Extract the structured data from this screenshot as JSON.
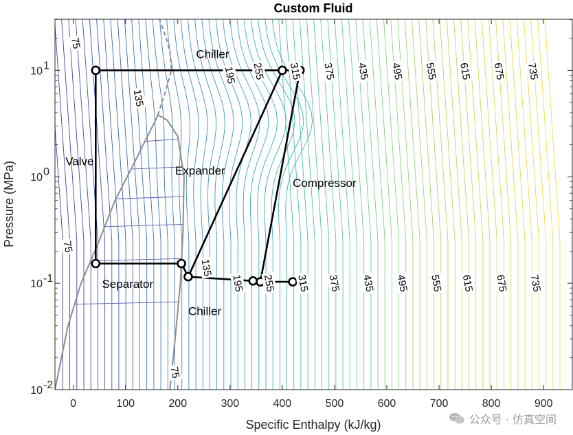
{
  "chart_data": {
    "type": "line",
    "title": "Custom Fluid",
    "xlabel": "Specific Enthalpy (kJ/kg)",
    "ylabel": "Pressure (MPa)",
    "xlim": [
      -35,
      955
    ],
    "ylim_log10": [
      -2,
      1.48
    ],
    "y_scale": "log",
    "grid": false,
    "x_ticks": [
      0,
      100,
      200,
      300,
      400,
      500,
      600,
      700,
      800,
      900
    ],
    "x_tick_labels": [
      "0",
      "100",
      "200",
      "300",
      "400",
      "500",
      "600",
      "700",
      "800",
      "900"
    ],
    "y_ticks": [
      0.01,
      0.1,
      1,
      10
    ],
    "y_tick_labels": [
      {
        "base": "10",
        "exp": "-2"
      },
      {
        "base": "10",
        "exp": "-1"
      },
      {
        "base": "10",
        "exp": "0"
      },
      {
        "base": "10",
        "exp": "1"
      }
    ],
    "isotherm_values": [
      75,
      135,
      195,
      255,
      315,
      375,
      435,
      495,
      555,
      615,
      675,
      735
    ],
    "isotherm_labels_upper": [
      {
        "text": "75",
        "x": 5,
        "p": 18
      },
      {
        "text": "135",
        "x": 125,
        "p": 5.5
      },
      {
        "text": "195",
        "x": 300,
        "p": 9.0
      },
      {
        "text": "255",
        "x": 355,
        "p": 9.8
      },
      {
        "text": "315",
        "x": 425,
        "p": 9.8
      },
      {
        "text": "375",
        "x": 490,
        "p": 9.8
      },
      {
        "text": "435",
        "x": 555,
        "p": 9.8
      },
      {
        "text": "495",
        "x": 620,
        "p": 9.8
      },
      {
        "text": "555",
        "x": 685,
        "p": 9.8
      },
      {
        "text": "615",
        "x": 750,
        "p": 9.8
      },
      {
        "text": "675",
        "x": 815,
        "p": 9.8
      },
      {
        "text": "735",
        "x": 880,
        "p": 9.8
      }
    ],
    "isotherm_labels_lower": [
      {
        "text": "75",
        "x": -10,
        "p": 0.22
      },
      {
        "text": "135",
        "x": 255,
        "p": 0.14
      },
      {
        "text": "195",
        "x": 315,
        "p": 0.1
      },
      {
        "text": "255",
        "x": 375,
        "p": 0.1
      },
      {
        "text": "315",
        "x": 440,
        "p": 0.1
      },
      {
        "text": "375",
        "x": 500,
        "p": 0.1
      },
      {
        "text": "435",
        "x": 565,
        "p": 0.1
      },
      {
        "text": "495",
        "x": 630,
        "p": 0.1
      },
      {
        "text": "555",
        "x": 695,
        "p": 0.1
      },
      {
        "text": "615",
        "x": 755,
        "p": 0.1
      },
      {
        "text": "675",
        "x": 820,
        "p": 0.1
      },
      {
        "text": "735",
        "x": 885,
        "p": 0.1
      },
      {
        "text": "75",
        "x": 195,
        "p": 0.0145
      }
    ],
    "saturation_dome": {
      "liquid_line": [
        [
          -35,
          0.01
        ],
        [
          -10,
          0.04
        ],
        [
          15,
          0.1
        ],
        [
          45,
          0.22
        ],
        [
          80,
          0.6
        ],
        [
          115,
          1.3
        ],
        [
          140,
          2.3
        ],
        [
          155,
          3.2
        ],
        [
          162,
          3.8
        ]
      ],
      "vapor_line": [
        [
          162,
          3.8
        ],
        [
          180,
          3.4
        ],
        [
          200,
          2.4
        ],
        [
          212,
          1.0
        ],
        [
          210,
          0.3
        ],
        [
          205,
          0.1
        ],
        [
          195,
          0.03
        ],
        [
          185,
          0.01
        ]
      ],
      "critical_isotherm_dashed": [
        [
          162,
          3.8
        ],
        [
          175,
          6
        ],
        [
          188,
          10
        ],
        [
          185,
          15
        ],
        [
          178,
          20
        ],
        [
          165,
          30
        ]
      ],
      "tie_line_pressures": [
        0.0635,
        0.162,
        0.34,
        0.62,
        1.18,
        2.15
      ]
    },
    "cycle": {
      "color": "#000000",
      "points": [
        {
          "h": 43,
          "p": 10
        },
        {
          "h": 43,
          "p": 0.153
        },
        {
          "h": 207,
          "p": 0.153
        },
        {
          "h": 220,
          "p": 0.115
        },
        {
          "h": 400,
          "p": 10
        },
        {
          "h": 434,
          "p": 10
        },
        {
          "h": 358,
          "p": 0.103
        },
        {
          "h": 344,
          "p": 0.105
        },
        {
          "h": 420,
          "p": 0.103
        }
      ],
      "path": [
        [
          43,
          10
        ],
        [
          43,
          0.153
        ],
        [
          207,
          0.153
        ],
        [
          220,
          0.115
        ],
        [
          344,
          0.105
        ],
        [
          358,
          0.103
        ],
        [
          420,
          0.103
        ],
        [
          358,
          0.103
        ],
        [
          434,
          10
        ],
        [
          400,
          10
        ],
        [
          220,
          0.115
        ],
        [
          400,
          10
        ],
        [
          43,
          10
        ]
      ]
    },
    "annotations": [
      {
        "text": "Chiller",
        "x": 235,
        "p": 13.0
      },
      {
        "text": "Valve",
        "x": -15,
        "p": 1.28
      },
      {
        "text": "Expander",
        "x": 195,
        "p": 1.05
      },
      {
        "text": "Compressor",
        "x": 420,
        "p": 0.8
      },
      {
        "text": "Separator",
        "x": 55,
        "p": 0.09
      },
      {
        "text": "Chiller",
        "x": 220,
        "p": 0.05
      }
    ],
    "colormap": [
      "#3b3f9c",
      "#3f64b3",
      "#3f8ec0",
      "#3bb1b4",
      "#5fc79b",
      "#9dd07a",
      "#d2d457",
      "#f0e040"
    ]
  },
  "watermark": "公众号 · 仿真空间"
}
